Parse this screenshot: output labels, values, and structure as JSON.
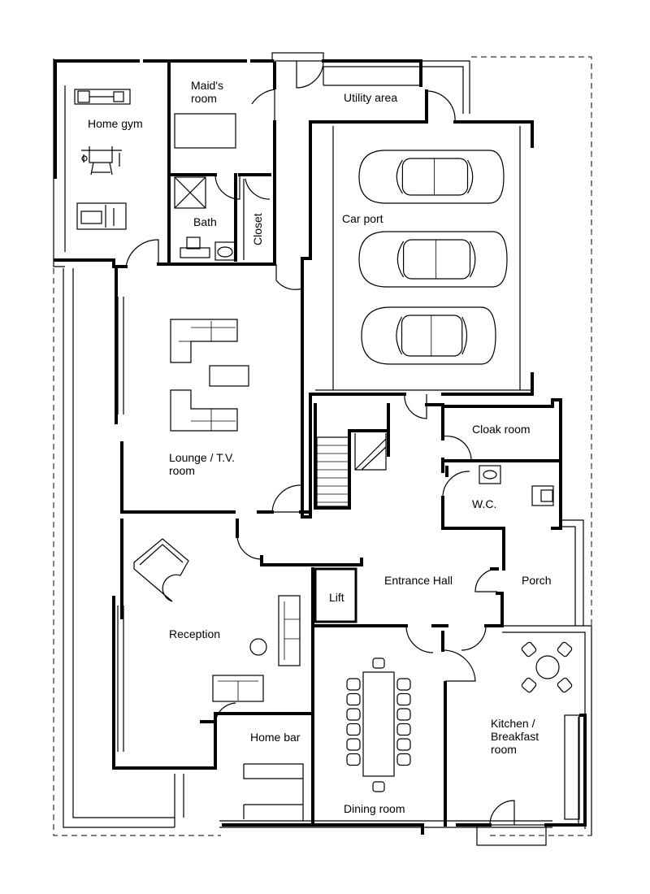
{
  "rooms": {
    "home_gym": "Home gym",
    "maids_room": [
      "Maid's",
      "room"
    ],
    "utility_area": "Utility area",
    "bath": "Bath",
    "closet": "Closet",
    "car_port": "Car port",
    "lounge": [
      "Lounge / T.V.",
      "room"
    ],
    "cloak_room": "Cloak room",
    "wc": "W.C.",
    "reception": "Reception",
    "entrance_hall": "Entrance Hall",
    "lift": "Lift",
    "porch": "Porch",
    "kitchen": [
      "Kitchen /",
      "Breakfast",
      "room"
    ],
    "home_bar": "Home bar",
    "dining_room": "Dining room"
  }
}
